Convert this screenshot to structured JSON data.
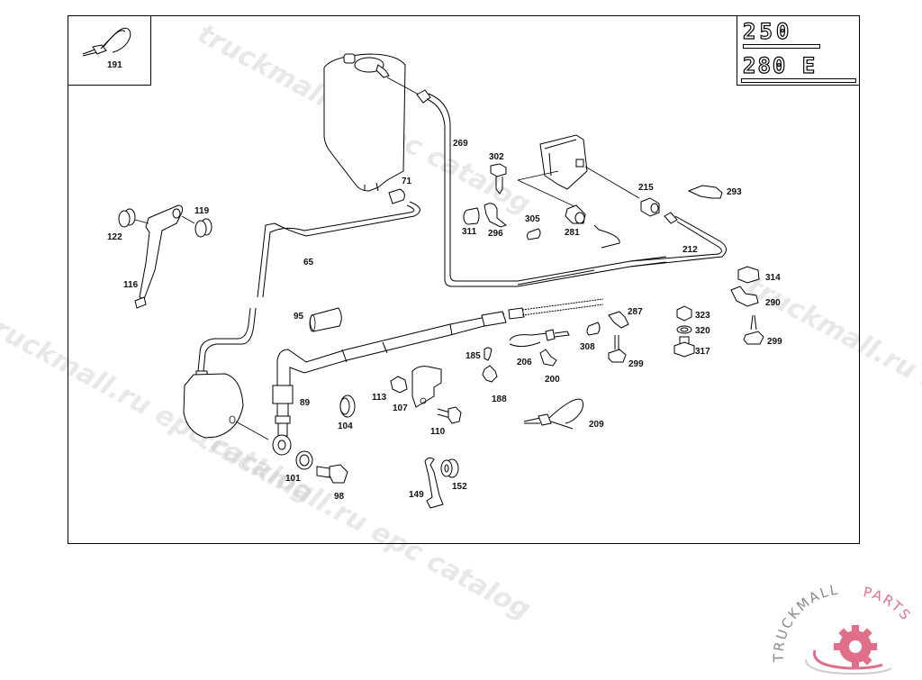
{
  "diagram": {
    "title_models": [
      "250",
      "280 E"
    ],
    "inset_part": "191",
    "callouts": [
      {
        "id": "191"
      },
      {
        "id": "71"
      },
      {
        "id": "65"
      },
      {
        "id": "269"
      },
      {
        "id": "302"
      },
      {
        "id": "311"
      },
      {
        "id": "296"
      },
      {
        "id": "305"
      },
      {
        "id": "281"
      },
      {
        "id": "215"
      },
      {
        "id": "293"
      },
      {
        "id": "212"
      },
      {
        "id": "314"
      },
      {
        "id": "290"
      },
      {
        "id": "299"
      },
      {
        "id": "323"
      },
      {
        "id": "320"
      },
      {
        "id": "317"
      },
      {
        "id": "287"
      },
      {
        "id": "308"
      },
      {
        "id": "299"
      },
      {
        "id": "122"
      },
      {
        "id": "119"
      },
      {
        "id": "116"
      },
      {
        "id": "95"
      },
      {
        "id": "185"
      },
      {
        "id": "206"
      },
      {
        "id": "200"
      },
      {
        "id": "188"
      },
      {
        "id": "209"
      },
      {
        "id": "89"
      },
      {
        "id": "104"
      },
      {
        "id": "113"
      },
      {
        "id": "107"
      },
      {
        "id": "110"
      },
      {
        "id": "101"
      },
      {
        "id": "98"
      },
      {
        "id": "149"
      },
      {
        "id": "152"
      }
    ]
  },
  "watermarks": [
    "truckmall.ru epc catalog",
    "truckmall.ru epc catalog",
    "truckmall.ru epc catalog",
    "truckmall.ru epc catalog"
  ],
  "logo": {
    "text_left": "TRUCKMALL",
    "text_right": "PARTS",
    "colors": {
      "gray": "#8a8a8a",
      "pink": "#e0708a"
    }
  }
}
